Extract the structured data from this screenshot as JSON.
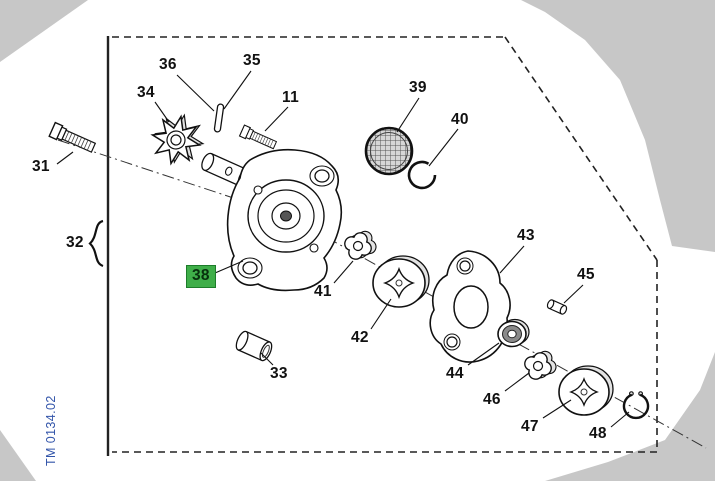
{
  "diagram": {
    "type": "exploded-parts-diagram",
    "code_label": "TM 0134.02",
    "highlighted_part": "38",
    "colors": {
      "highlight_bg": "#3fae49",
      "highlight_border": "#1d7c2a",
      "code_text": "#3355aa"
    },
    "part_labels": {
      "n31": "31",
      "n32": "32",
      "n33": "33",
      "n34": "34",
      "n35": "35",
      "n36": "36",
      "n11": "11",
      "n38": "38",
      "n39": "39",
      "n40": "40",
      "n41": "41",
      "n42": "42",
      "n43": "43",
      "n44": "44",
      "n45": "45",
      "n46": "46",
      "n47": "47",
      "n48": "48"
    }
  }
}
